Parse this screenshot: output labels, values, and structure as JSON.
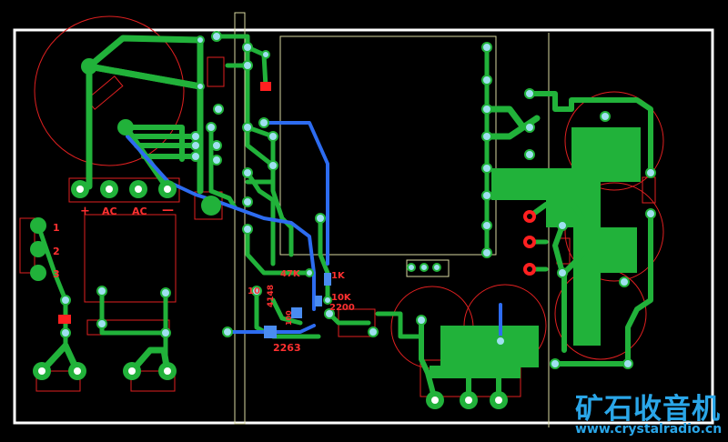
{
  "labels": {
    "plus": "+",
    "ac1": "AC",
    "ac2": "AC",
    "minus": "—",
    "pin1": "1",
    "pin2": "2",
    "pin3": "3",
    "r47k": "47K",
    "r1k": "1K",
    "r10": "10",
    "r10k": "10K",
    "d148": "4148",
    "c2200": "2200",
    "ic": "2263",
    "c100": "100"
  },
  "watermark": {
    "name": "矿石收音机",
    "url": "www.crystalradio.cn"
  },
  "colors": {
    "background": "#000000",
    "copper_top": "#21b23a",
    "copper_bottom": "#2d6cf0",
    "silkscreen": "#e02020",
    "outline": "#ffffff",
    "watermark": "#2aa6e8"
  }
}
